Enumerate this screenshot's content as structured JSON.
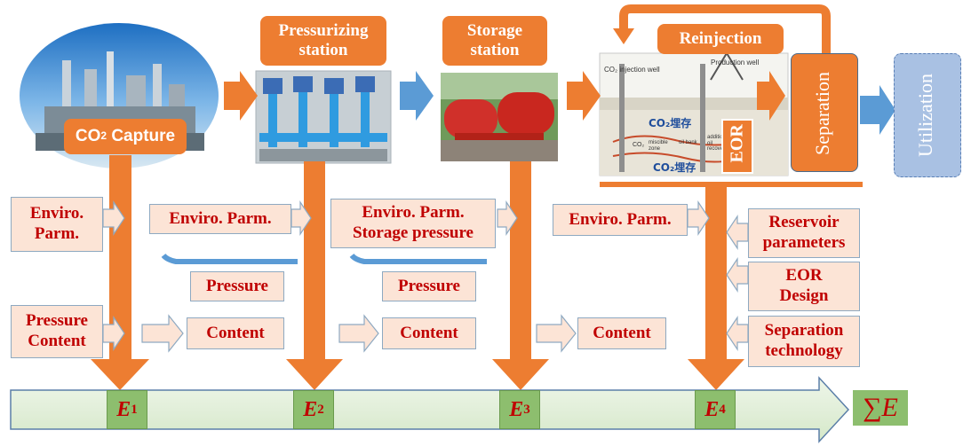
{
  "process": {
    "capture": {
      "label_prefix": "CO",
      "label_sub": "2",
      "label_suffix": " Capture"
    },
    "pressurizing_station": {
      "line1": "Pressurizing",
      "line2": "station"
    },
    "storage_station": {
      "line1": "Storage",
      "line2": "station"
    },
    "reinjection": "Reinjection",
    "eor": "EOR",
    "separation": "Separation",
    "utilization": "Utilization",
    "eor_schematic": {
      "injection_well": "CO₂ injection well",
      "production_well": "Production well",
      "storage_top": "CO₂埋存",
      "storage_bottom": "CO₂埋存",
      "zone_co2": "CO₂",
      "zone_miscible": "miscible zone",
      "zone_oil_bank": "oil bank",
      "zone_additional": "additional oil recovery"
    }
  },
  "params": {
    "stage1": {
      "enviro": "Enviro.\nParm.",
      "pressure_content": "Pressure\nContent"
    },
    "stage2": {
      "enviro": "Enviro. Parm.",
      "pressure": "Pressure",
      "content": "Content"
    },
    "stage3": {
      "enviro": "Enviro. Parm.\nStorage pressure",
      "pressure": "Pressure",
      "content": "Content"
    },
    "stage4": {
      "enviro": "Enviro. Parm.",
      "content": "Content"
    },
    "right": {
      "reservoir": "Reservoir\nparameters",
      "eor_design": "EOR\nDesign",
      "separation_tech": "Separation\ntechnology"
    }
  },
  "energy": {
    "e1": {
      "sym": "E",
      "sub": "1"
    },
    "e2": {
      "sym": "E",
      "sub": "2"
    },
    "e3": {
      "sym": "E",
      "sub": "3"
    },
    "e4": {
      "sym": "E",
      "sub": "4"
    },
    "sum": "∑E"
  },
  "colors": {
    "orange": "#ED7D31",
    "param_fill": "#FCE4D6",
    "param_text": "#C00000",
    "blue_arrow": "#5B9BD5",
    "green_bar": "#E2EFDA",
    "energy_label": "#8DBE6E",
    "utilization": "#A9C1E3"
  }
}
